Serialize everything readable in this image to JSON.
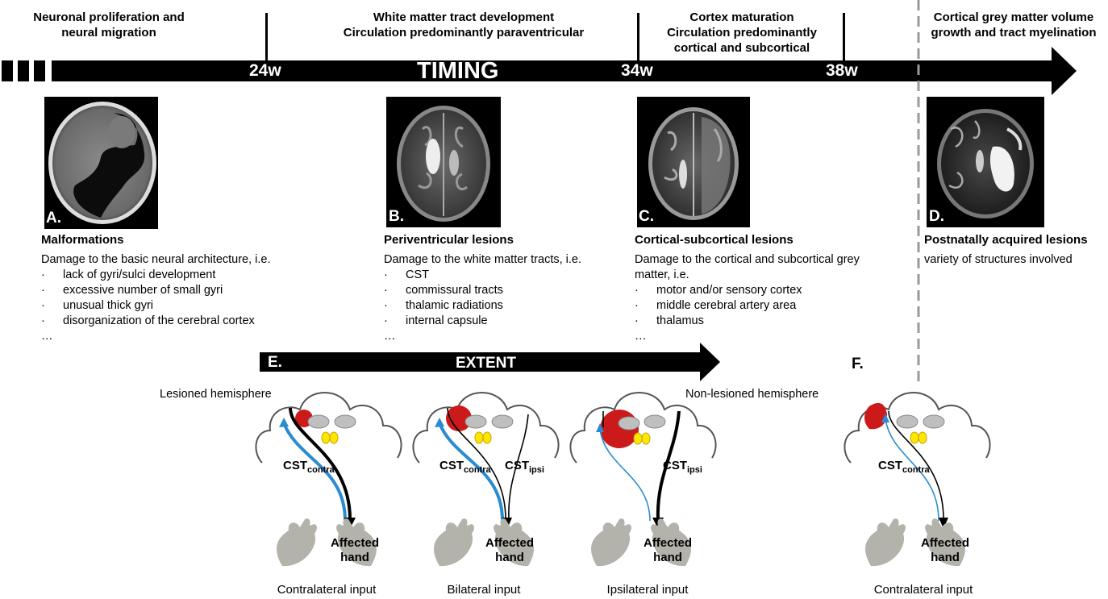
{
  "header": {
    "stage1": "Neuronal proliferation and\nneural migration",
    "stage2": "White matter tract development\nCirculation predominantly paraventricular",
    "stage3": "Cortex maturation\nCirculation predominantly\ncortical and subcortical",
    "stage4": "Cortical grey matter volume\ngrowth and tract myelination"
  },
  "timeline": {
    "title": "TIMING",
    "w24": "24w",
    "w34": "34w",
    "w38": "38w"
  },
  "panels": [
    {
      "letter": "A.",
      "title": "Malformations",
      "intro": "Damage to the basic neural architecture, i.e.",
      "items": [
        "lack of gyri/sulci development",
        "excessive number of small gyri",
        "unusual thick gyri",
        "disorganization of the cerebral cortex"
      ],
      "ellipsis": "…"
    },
    {
      "letter": "B.",
      "title": "Periventricular lesions",
      "intro": "Damage to the white matter tracts, i.e.",
      "items": [
        "CST",
        "commissural tracts",
        "thalamic radiations",
        "internal capsule"
      ],
      "ellipsis": "…"
    },
    {
      "letter": "C.",
      "title": "Cortical-subcortical lesions",
      "intro": "Damage to the cortical and subcortical grey\nmatter, i.e.",
      "items": [
        "motor and/or sensory cortex",
        "middle cerebral artery area",
        "thalamus"
      ],
      "ellipsis": "…"
    },
    {
      "letter": "D.",
      "title": "Postnatally acquired lesions",
      "intro": "variety of structures involved",
      "items": [],
      "ellipsis": ""
    }
  ],
  "extent": {
    "letter": "E.",
    "title": "EXTENT",
    "lesioned": "Lesioned hemisphere",
    "nonlesioned": "Non-lesioned hemisphere"
  },
  "panelF": {
    "letter": "F."
  },
  "cst": {
    "base": "CST",
    "contra": "contra",
    "ipsi": "ipsi"
  },
  "hand_label": "Affected\nhand",
  "brains": [
    {
      "caption": "Contralateral input"
    },
    {
      "caption": "Bilateral input"
    },
    {
      "caption": "Ipsilateral input"
    },
    {
      "caption": "Contralateral input"
    }
  ],
  "colors": {
    "lesion": "#cc1a1a",
    "thalamus": "#ffe600",
    "basal_ganglia": "#bfbfbf",
    "hand": "#b3b3ab",
    "contra_tract": "#2a8cd0",
    "ipsi_tract": "#000000",
    "divider": "#999999"
  }
}
